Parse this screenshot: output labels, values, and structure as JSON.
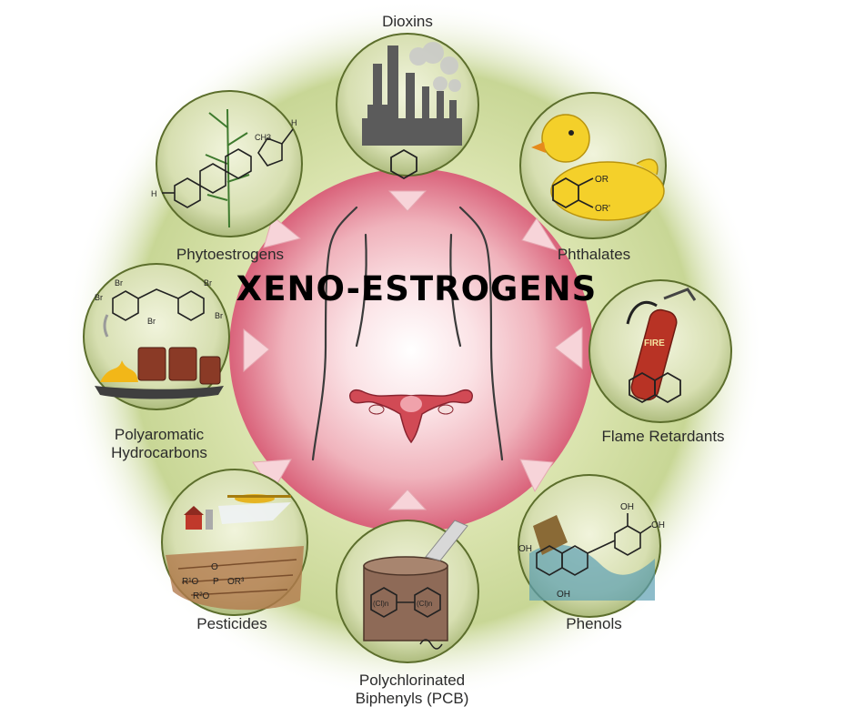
{
  "title": "XENO-ESTROGENS",
  "sources": [
    {
      "id": "dioxins",
      "label": "Dioxins",
      "icon": "factory-icon"
    },
    {
      "id": "phthalates",
      "label": "Phthalates",
      "icon": "rubber-duck-icon"
    },
    {
      "id": "flame",
      "label": "Flame Retardants",
      "icon": "fire-extinguisher-icon"
    },
    {
      "id": "phenols",
      "label": "Phenols",
      "icon": "phenol-molecule-icon"
    },
    {
      "id": "pcb",
      "label_lines": [
        "Polychlorinated",
        "Biphenyls (PCB)"
      ],
      "icon": "paint-can-icon"
    },
    {
      "id": "pesticides",
      "label": "Pesticides",
      "icon": "crop-duster-icon"
    },
    {
      "id": "pah",
      "label_lines": [
        "Polyaromatic",
        "Hydrocarbons"
      ],
      "icon": "burning-barrels-icon"
    },
    {
      "id": "phyto",
      "label": "Phytoestrogens",
      "icon": "plant-steroid-icon"
    }
  ],
  "chem_text": {
    "phth_or1": "OR",
    "phth_or2": "OR'",
    "ch3": "CH3",
    "h": "H",
    "oh": "OH",
    "br": "Br",
    "cl": "(Cl)n",
    "fire": "FIRE",
    "pest_r1": "R¹O",
    "pest_r2": "R²O",
    "pest_r3": "OR³",
    "pest_p": "P",
    "pest_o": "O"
  },
  "colors": {
    "center": "#c8283c",
    "ring": "#8faa5a",
    "circle": "#dfe6bd",
    "circle_edge": "#5c6e2c"
  }
}
